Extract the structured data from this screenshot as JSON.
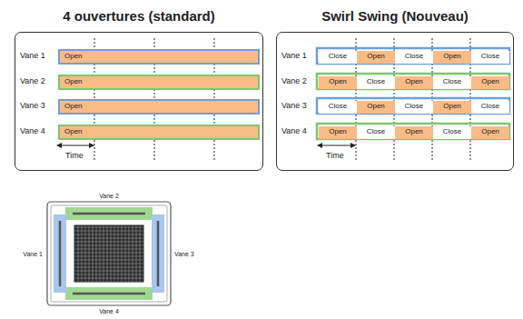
{
  "diagram": {
    "nodes": [
      {
        "text": [
          "4 ouvertures (standard)"
        ]
      },
      {
        "text": [
          "Open"
        ],
        "in": 0
      },
      {
        "text": [
          "Open"
        ],
        "in": 0
      },
      {
        "text": [
          "Open"
        ],
        "in": 0
      },
      {
        "text": [
          "Open"
        ],
        "in": 0
      },
      {
        "text": [
          "Swirl Swing (Nouveau)"
        ]
      },
      {
        "text": [
          "Close"
        ],
        "in": 5
      },
      {
        "text": [
          "Open"
        ],
        "in": 5
      },
      {
        "text": [
          "Close"
        ],
        "in": 5
      },
      {
        "text": [
          "Open"
        ],
        "in": 5
      },
      {
        "text": [
          "Close"
        ],
        "in": 5
      },
      {
        "text": [
          "Open"
        ],
        "in": 5
      },
      {
        "text": [
          "Close"
        ],
        "in": 5
      },
      {
        "text": [
          "Open"
        ],
        "in": 5
      },
      {
        "text": [
          "Close"
        ],
        "in": 5
      },
      {
        "text": [
          "Open"
        ],
        "in": 5
      },
      {
        "text": [
          "Close"
        ],
        "in": 5
      },
      {
        "text": [
          "Open"
        ],
        "in": 5
      },
      {
        "text": [
          "Close"
        ],
        "in": 5
      },
      {
        "text": [
          "Open"
        ],
        "in": 5
      },
      {
        "text": [
          "Close"
        ],
        "in": 5
      },
      {
        "text": [
          "Open"
        ],
        "in": 5
      },
      {
        "text": [
          "Close"
        ],
        "in": 5
      },
      {
        "text": [
          "Open"
        ],
        "in": 5
      },
      {
        "text": [
          "Close"
        ],
        "in": 5
      },
      {
        "text": [
          "Open"
        ],
        "in": 5
      }
    ],
    "labels": [
      "Vane 1",
      "Vane 2",
      "Vane 3",
      "Vane 4",
      "Time",
      "Vane 1",
      "Vane 2",
      "Vane 3",
      "Vane 4",
      "Time",
      "Vane 2",
      "Vane 1",
      "Vane 3",
      "Vane 4"
    ]
  }
}
